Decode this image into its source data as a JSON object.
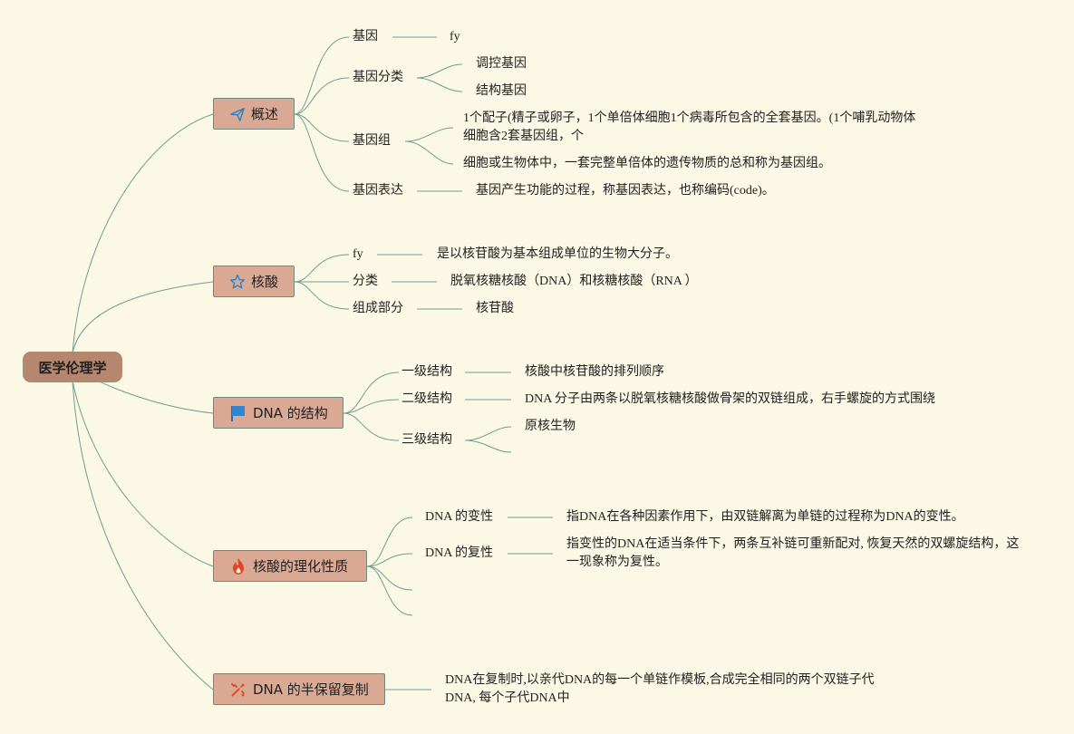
{
  "root": "医学伦理学",
  "topics": [
    {
      "label": "概述",
      "icon": "paper-plane-icon",
      "children": [
        {
          "label": "基因",
          "children": [
            "fy"
          ]
        },
        {
          "label": "基因分类",
          "children": [
            "调控基因",
            "结构基因"
          ]
        },
        {
          "label": "基因组",
          "children": [
            "1个配子(精子或卵子，1个单倍体细胞1个病毒所包含的全套基因。(1个哺乳动物体细胞含2套基因组，个",
            "细胞或生物体中，一套完整单倍体的遗传物质的总和称为基因组。"
          ]
        },
        {
          "label": "基因表达",
          "children": [
            "基因产生功能的过程，称基因表达，也称编码(code)。"
          ]
        }
      ]
    },
    {
      "label": "核酸",
      "icon": "star-icon",
      "children": [
        {
          "label": "fy",
          "children": [
            "是以核苷酸为基本组成单位的生物大分子。"
          ]
        },
        {
          "label": "分类",
          "children": [
            "脱氧核糖核酸（DNA）和核糖核酸（RNA ）"
          ]
        },
        {
          "label": "组成部分",
          "children": [
            "核苷酸"
          ]
        }
      ]
    },
    {
      "label": "DNA 的结构",
      "icon": "flag-icon",
      "children": [
        {
          "label": "一级结构",
          "children": [
            "核酸中核苷酸的排列顺序"
          ]
        },
        {
          "label": "二级结构",
          "children": [
            "DNA 分子由两条以脱氧核糖核酸做骨架的双链组成，右手螺旋的方式围绕"
          ]
        },
        {
          "label": "三级结构",
          "children": [
            "原核生物",
            ""
          ]
        }
      ]
    },
    {
      "label": "核酸的理化性质",
      "icon": "flame-icon",
      "children": [
        {
          "label": "DNA 的变性",
          "children": [
            "指DNA在各种因素作用下，由双链解离为单链的过程称为DNA的变性。"
          ]
        },
        {
          "label": "DNA 的复性",
          "children": [
            "指变性的DNA在适当条件下，两条互补链可重新配对, 恢复天然的双螺旋结构，这一现象称为复性。"
          ]
        },
        {
          "label": "",
          "children": []
        },
        {
          "label": "",
          "children": []
        }
      ]
    },
    {
      "label": "DNA 的半保留复制",
      "icon": "tools-icon",
      "children": [
        {
          "label": "DNA在复制时,以亲代DNA的每一个单链作模板,合成完全相同的两个双链子代DNA, 每个子代DNA中",
          "children": []
        }
      ]
    }
  ],
  "colors": {
    "background": "#fbf8e6",
    "line": "#6f9e90",
    "root": "#b5876f",
    "topic": "#d9a994"
  }
}
